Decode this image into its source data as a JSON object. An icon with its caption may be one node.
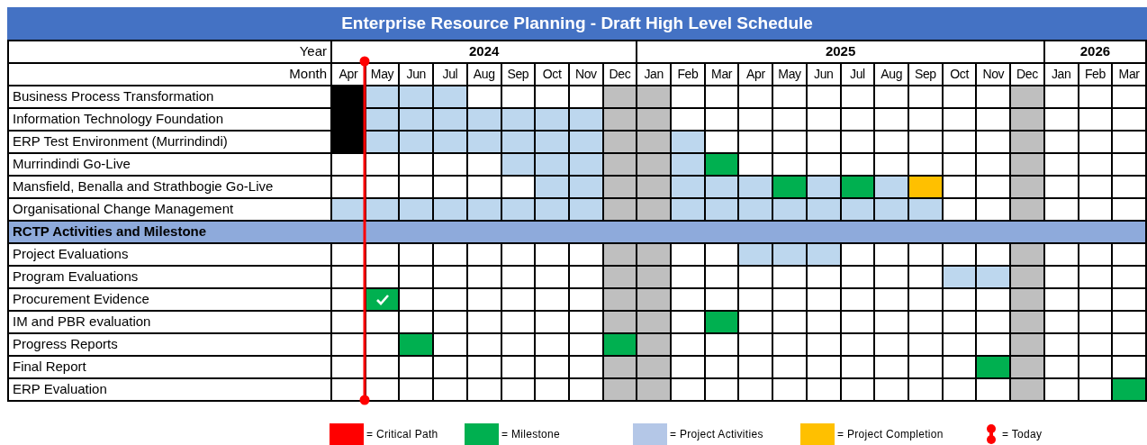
{
  "diagram": {
    "title": "Enterprise Resource Planning - Draft High Level Schedule",
    "labels": [
      "Year",
      "2024",
      "2025",
      "2026",
      "Month",
      "Apr",
      "May",
      "Jun",
      "Jul",
      "Aug",
      "Sep",
      "Oct",
      "Nov",
      "Dec",
      "Jan",
      "Feb",
      "Mar",
      "Apr",
      "May",
      "Jun",
      "Jul",
      "Aug",
      "Sep",
      "Oct",
      "Nov",
      "Dec",
      "Jan",
      "Feb",
      "Mar",
      "Business Process Transformation",
      "Information Technology Foundation",
      "ERP Test Environment (Murrindindi)",
      "Murrindindi Go-Live",
      "Mansfield, Benalla and Strathbogie Go-Live",
      "Organisational Change Management",
      "RCTP Activities and Milestone",
      "Project Evaluations",
      "Program Evaluations",
      "Procurement Evidence",
      "IM and PBR evaluation",
      "Progress Reports",
      "Final Report",
      "ERP Evaluation"
    ],
    "legend": [
      {
        "text": "= Critical Path",
        "color": "#ff0000"
      },
      {
        "text": "= Milestone",
        "color": "#00b050"
      },
      {
        "text": "= Project Activities",
        "color": "#b4c7e7"
      },
      {
        "text": "= Project Completion",
        "color": "#ffc000"
      },
      {
        "text": "= Today"
      }
    ]
  }
}
